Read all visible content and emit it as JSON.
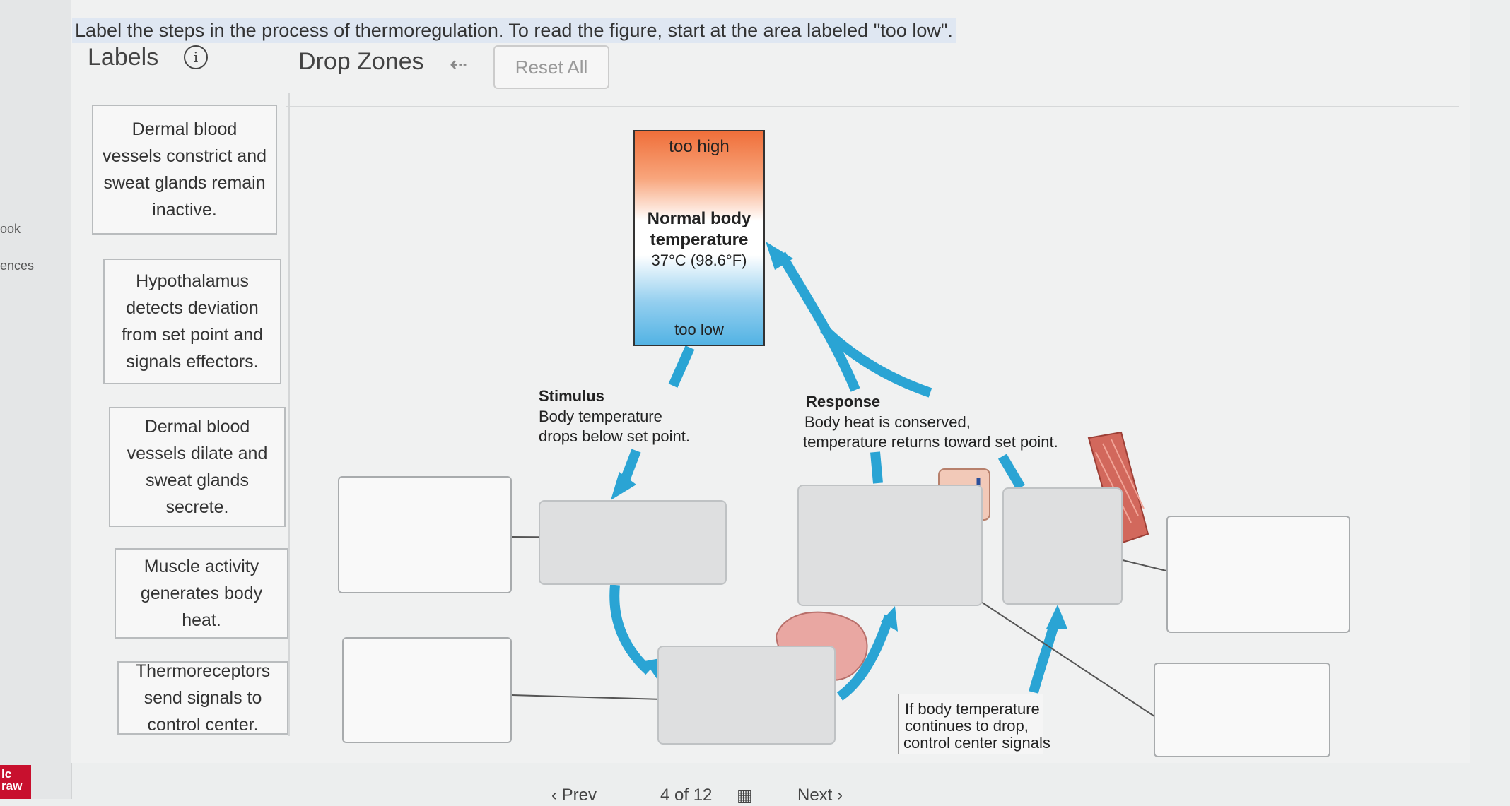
{
  "sidebar": {
    "links": [
      "ook",
      "ences"
    ],
    "brand": "lc\nraw"
  },
  "question": {
    "text": "Label the steps in the process of thermoregulation. To read the figure, start at the area labeled \"too low\"."
  },
  "labels_panel": {
    "title": "Labels",
    "info_icon": "info-icon",
    "cards": [
      "Dermal blood vessels constrict and sweat glands remain inactive.",
      "Hypothalamus detects deviation from set point and signals effectors.",
      "Dermal blood vessels dilate and sweat glands secrete.",
      "Muscle activity generates body heat.",
      "Thermoreceptors send signals to control center."
    ]
  },
  "drop_zones": {
    "title": "Drop Zones",
    "undo_icon": "undo-arrow-icon",
    "reset_label": "Reset All"
  },
  "diagram": {
    "thermometer": {
      "too_high": "too high",
      "normal_line1": "Normal body",
      "normal_line2": "temperature",
      "normal_value": "37°C (98.6°F)",
      "too_low": "too low"
    },
    "stimulus": {
      "heading": "Stimulus",
      "line1": "Body temperature",
      "line2": "drops below set point."
    },
    "response": {
      "heading": "Response",
      "line1": "Body heat is conserved,",
      "line2": "temperature returns toward set point."
    },
    "note": {
      "line1": "If body temperature",
      "line2": "continues to drop,",
      "line3": "control center signals"
    },
    "arrow_color": "#2aa4d4"
  },
  "footer": {
    "prev": "Prev",
    "page": "4 of 12",
    "next": "Next"
  }
}
